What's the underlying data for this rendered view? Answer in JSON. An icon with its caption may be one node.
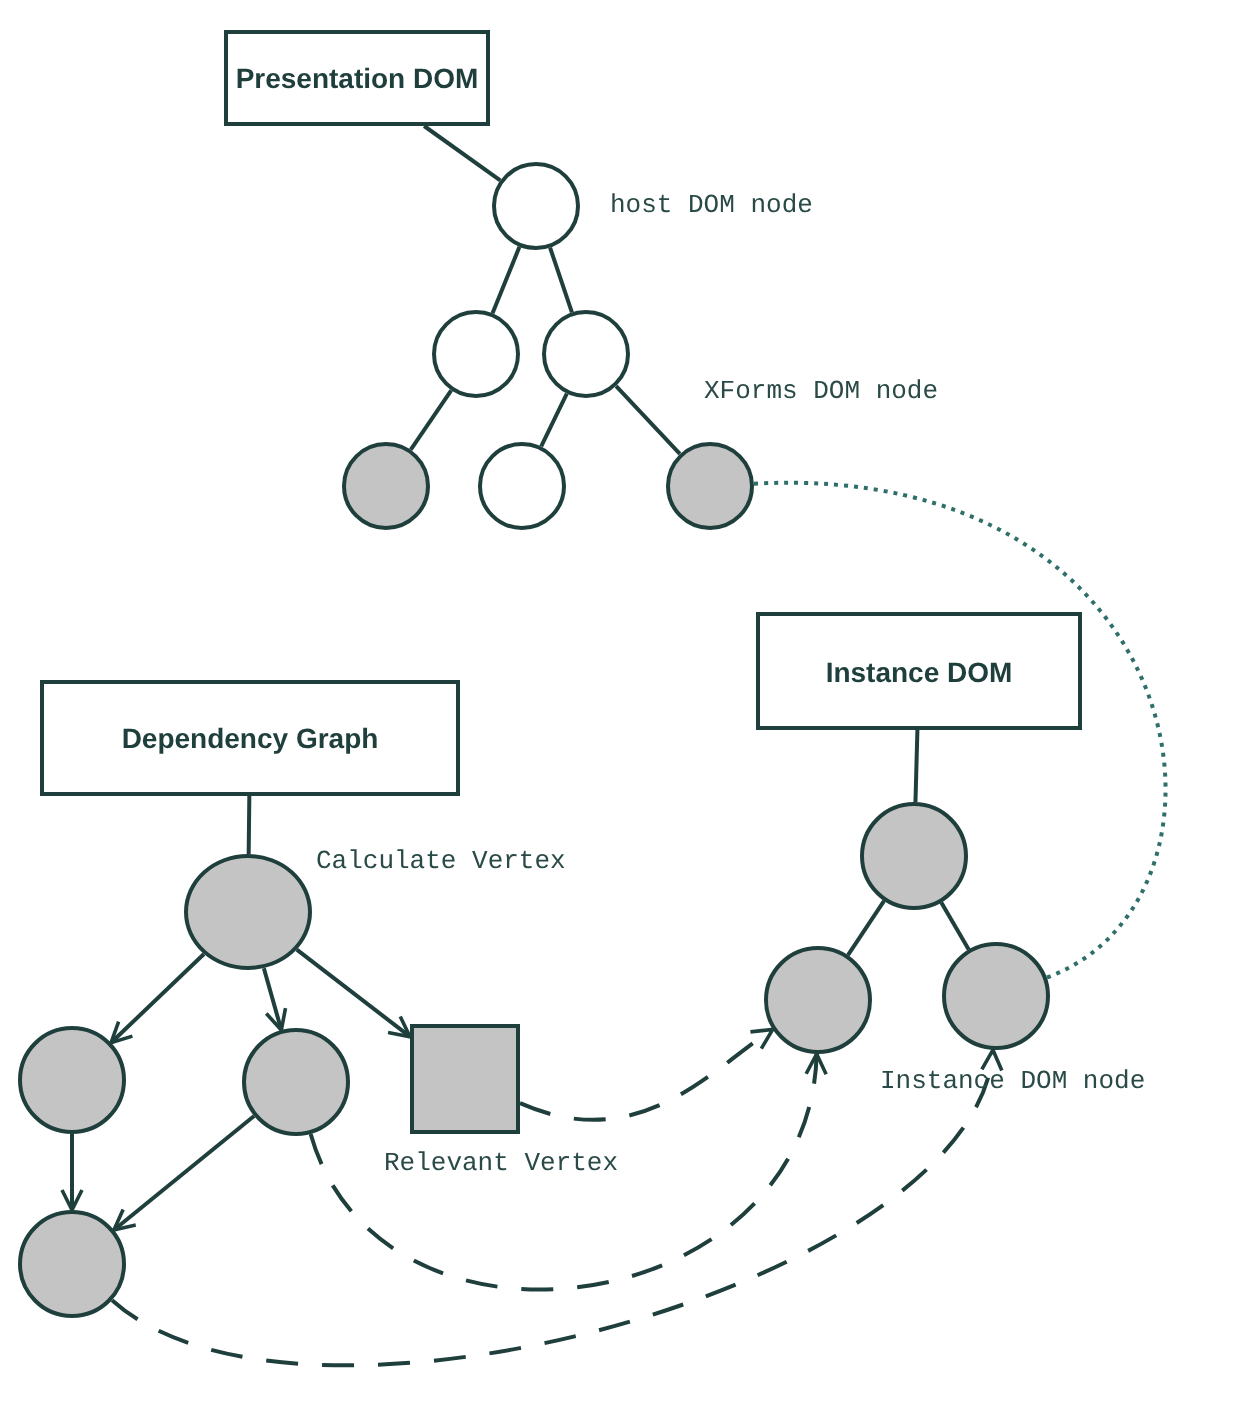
{
  "diagram": {
    "nodes": [
      {
        "text": [
          "Presentation DOM"
        ]
      },
      {
        "text": [],
        "shape": "circle",
        "beside": [
          "host DOM node"
        ]
      },
      {
        "text": [],
        "shape": "circle"
      },
      {
        "text": [],
        "shape": "circle"
      },
      {
        "text": [],
        "shape": "circle"
      },
      {
        "text": [],
        "shape": "circle"
      },
      {
        "text": [],
        "shape": "circle",
        "beside": [
          "XForms DOM node"
        ]
      },
      {
        "text": [
          "Dependency Graph"
        ]
      },
      {
        "text": [
          "Instance DOM"
        ]
      },
      {
        "text": [],
        "shape": "circle",
        "beside": [
          "Calculate Vertex"
        ]
      },
      {
        "text": [],
        "shape": "circle"
      },
      {
        "text": [],
        "shape": "circle"
      },
      {
        "text": [],
        "shape": "box",
        "beside": [
          "Relevant Vertex"
        ]
      },
      {
        "text": [],
        "shape": "circle"
      },
      {
        "text": [],
        "shape": "circle"
      },
      {
        "text": [],
        "shape": "circle"
      },
      {
        "text": [],
        "shape": "circle",
        "beside": [
          "Instance DOM node"
        ]
      }
    ],
    "edges": [
      {
        "from": 0,
        "to": 1,
        "arrow": "none"
      },
      {
        "from": 1,
        "to": 2,
        "arrow": "none"
      },
      {
        "from": 1,
        "to": 3,
        "arrow": "none"
      },
      {
        "from": 2,
        "to": 4,
        "arrow": "none"
      },
      {
        "from": 3,
        "to": 5,
        "arrow": "none"
      },
      {
        "from": 3,
        "to": 6,
        "arrow": "none"
      },
      {
        "from": 6,
        "to": 16,
        "arrow": "none",
        "style": "dashed",
        "color": "#2f6f6a"
      },
      {
        "from": 8,
        "to": 14,
        "arrow": "none"
      },
      {
        "from": 14,
        "to": 15,
        "arrow": "none"
      },
      {
        "from": 14,
        "to": 16,
        "arrow": "none"
      },
      {
        "from": 7,
        "to": 9,
        "arrow": "none"
      },
      {
        "from": 9,
        "to": 10,
        "arrow": "to"
      },
      {
        "from": 9,
        "to": 11,
        "arrow": "to"
      },
      {
        "from": 9,
        "to": 12,
        "arrow": "to"
      },
      {
        "from": 10,
        "to": 13,
        "arrow": "to"
      },
      {
        "from": 11,
        "to": 13,
        "arrow": "to"
      },
      {
        "from": 12,
        "to": 15,
        "arrow": "to",
        "style": "dashed"
      },
      {
        "from": 11,
        "to": 15,
        "arrow": "to",
        "style": "dashed"
      },
      {
        "from": 13,
        "to": 16,
        "arrow": "to",
        "style": "dashed"
      }
    ]
  }
}
